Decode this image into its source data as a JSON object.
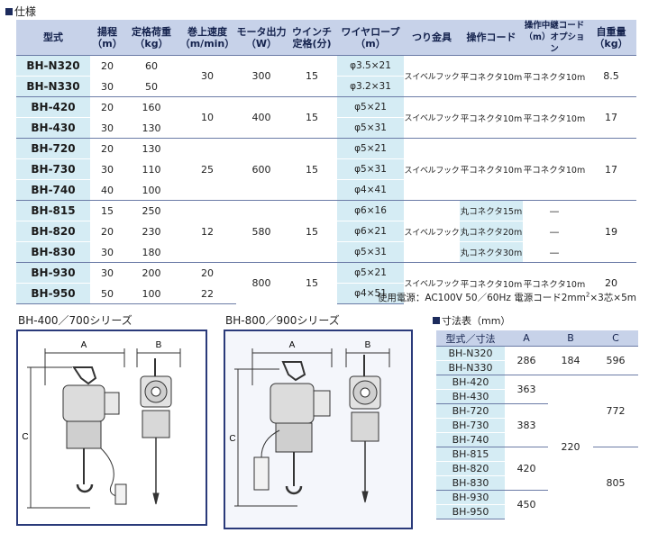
{
  "section_title": "仕様",
  "spec": {
    "headers": [
      [
        "型式"
      ],
      [
        "揚程",
        "（m）"
      ],
      [
        "定格荷重",
        "（kg）"
      ],
      [
        "巻上速度",
        "（m/min）"
      ],
      [
        "モータ出力",
        "（W）"
      ],
      [
        "ウインチ",
        "定格(分)"
      ],
      [
        "ワイヤロープ",
        "（m）"
      ],
      [
        "つり金具"
      ],
      [
        "操作コード"
      ],
      [
        "操作中継コード",
        "（m）オプション"
      ],
      [
        "自重量",
        "（kg）"
      ]
    ],
    "models": [
      "BH-N320",
      "BH-N330",
      "BH-420",
      "BH-430",
      "BH-720",
      "BH-730",
      "BH-740",
      "BH-815",
      "BH-820",
      "BH-830",
      "BH-930",
      "BH-950"
    ],
    "lift": [
      "20",
      "30",
      "20",
      "30",
      "20",
      "30",
      "40",
      "15",
      "20",
      "30",
      "30",
      "50"
    ],
    "load": [
      "60",
      "50",
      "160",
      "130",
      "130",
      "110",
      "100",
      "250",
      "230",
      "180",
      "200",
      "100"
    ],
    "rope": [
      "φ3.5×21",
      "φ3.2×31",
      "φ5×21",
      "φ5×31",
      "φ5×21",
      "φ5×31",
      "φ4×41",
      "φ6×16",
      "φ6×21",
      "φ5×31",
      "φ5×21",
      "φ4×51"
    ],
    "speed": [
      "30",
      "10",
      "25",
      "12",
      "20",
      "22"
    ],
    "motor": [
      "300",
      "400",
      "600",
      "580",
      "800"
    ],
    "winch": [
      "15",
      "15",
      "15",
      "15",
      "15"
    ],
    "hook": [
      "スイベルフック",
      "スイベルフック",
      "スイベルフック",
      "スイベルフック",
      "スイベルフック"
    ],
    "cord_std": "平コネクタ10m",
    "cord_series8": [
      "丸コネクタ15m",
      "丸コネクタ20m",
      "丸コネクタ30m"
    ],
    "relay_std": "平コネクタ10m",
    "relay_none": "—",
    "weight": [
      "8.5",
      "17",
      "17",
      "19",
      "20"
    ]
  },
  "power_note": {
    "prefix": "使用電源：AC100V  50／60Hz  電源コード2mm",
    "sup": "2",
    "suffix": "×3芯×5m"
  },
  "diagram_left": {
    "title": "BH-400／700シリーズ",
    "dim_a": "A",
    "dim_b": "B",
    "dim_c": "C"
  },
  "diagram_right": {
    "title": "BH-800／900シリーズ",
    "dim_a": "A",
    "dim_b": "B",
    "dim_c": "C"
  },
  "dimensions": {
    "title": "寸法表（mm）",
    "headers": [
      "型式／寸法",
      "A",
      "B",
      "C"
    ],
    "models": [
      "BH-N320",
      "BH-N330",
      "BH-420",
      "BH-430",
      "BH-720",
      "BH-730",
      "BH-740",
      "BH-815",
      "BH-820",
      "BH-830",
      "BH-930",
      "BH-950"
    ],
    "a": [
      "286",
      "363",
      "383",
      "420",
      "450"
    ],
    "b": [
      "184",
      "220"
    ],
    "c": [
      "596",
      "772",
      "805"
    ]
  },
  "colors": {
    "header_bg": "#c7d2e9",
    "model_bg": "#d5ecf4",
    "frame": "#2a3a7a"
  }
}
